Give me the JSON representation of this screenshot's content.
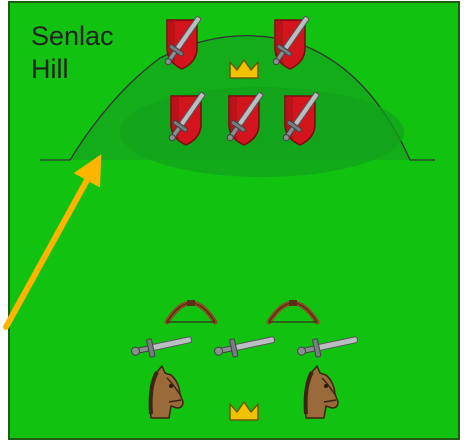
{
  "diagram": {
    "title": "Senlac\nHill",
    "colors": {
      "field": "#11c211",
      "field_border": "#1f5e12",
      "hill_fill": "#15a51c",
      "hill_inner": "#139a1c",
      "hill_outline": "#333333",
      "arrow": "#ffb400",
      "shield": "#d4141c",
      "shield_dark": "#8a0c10",
      "sword_blade": "#b9bec2",
      "sword_hilt": "#777c80",
      "crown": "#f2c200",
      "bow": "#8a4a24",
      "horse": "#9a6a3b",
      "horse_dark": "#3d2513"
    },
    "icons": {
      "saxon_soldier": "shield-sword-icon",
      "saxon_leader": "crown-icon",
      "norman_archer": "bow-icon",
      "norman_infantry": "sword-icon",
      "norman_cavalry": "horse-head-icon",
      "norman_leader": "crown-icon",
      "pointer": "arrow-icon"
    },
    "counts": {
      "saxon_shields": 5,
      "saxon_crowns": 1,
      "norman_bows": 2,
      "norman_swords": 3,
      "norman_horses": 2,
      "norman_crowns": 1
    }
  }
}
